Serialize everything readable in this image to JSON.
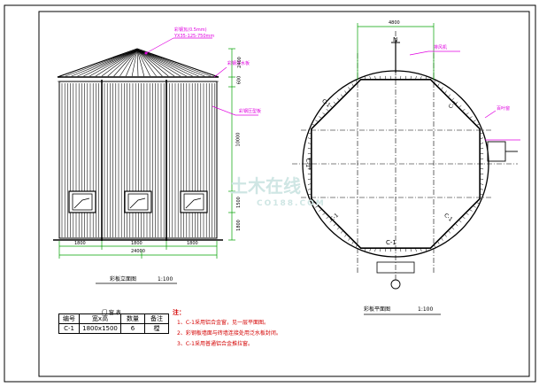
{
  "elevation": {
    "roof_note": "彩钢瓦(0.5mm)",
    "roof_spec": "YX35-125-750mm",
    "eave_note": "彩钢泛水板",
    "wall_note": "彩钢压型板",
    "dim_bays": [
      "1800",
      "1800",
      "1800"
    ],
    "dim_total": "24000",
    "dim_vertical": [
      "2400",
      "600",
      "10000",
      "1500",
      "1800"
    ],
    "title": "彩板立面图",
    "scale": "1:100"
  },
  "plan": {
    "dim_top": "4800",
    "label_n": "N",
    "window_label": "C-1",
    "ventilator_note": "排风机",
    "side_note": "百叶窗",
    "title": "彩板平面图",
    "scale": "1:100"
  },
  "schedule": {
    "title": "门 窗 表",
    "headers": [
      "编号",
      "宽x高",
      "数量",
      "备注"
    ],
    "rows": [
      [
        "C-1",
        "1800x1500",
        "6",
        "樘"
      ]
    ]
  },
  "notes": {
    "heading": "注：",
    "items": [
      "1、C-1采用铝合金窗，见一层平面图。",
      "2、彩钢板墙面与砖墙连接处用泛水板封闭。",
      "3、C-1采用普通铝合金推拉窗。"
    ]
  },
  "watermark": {
    "brand": "土木在线",
    "site": "CO188.COM"
  }
}
